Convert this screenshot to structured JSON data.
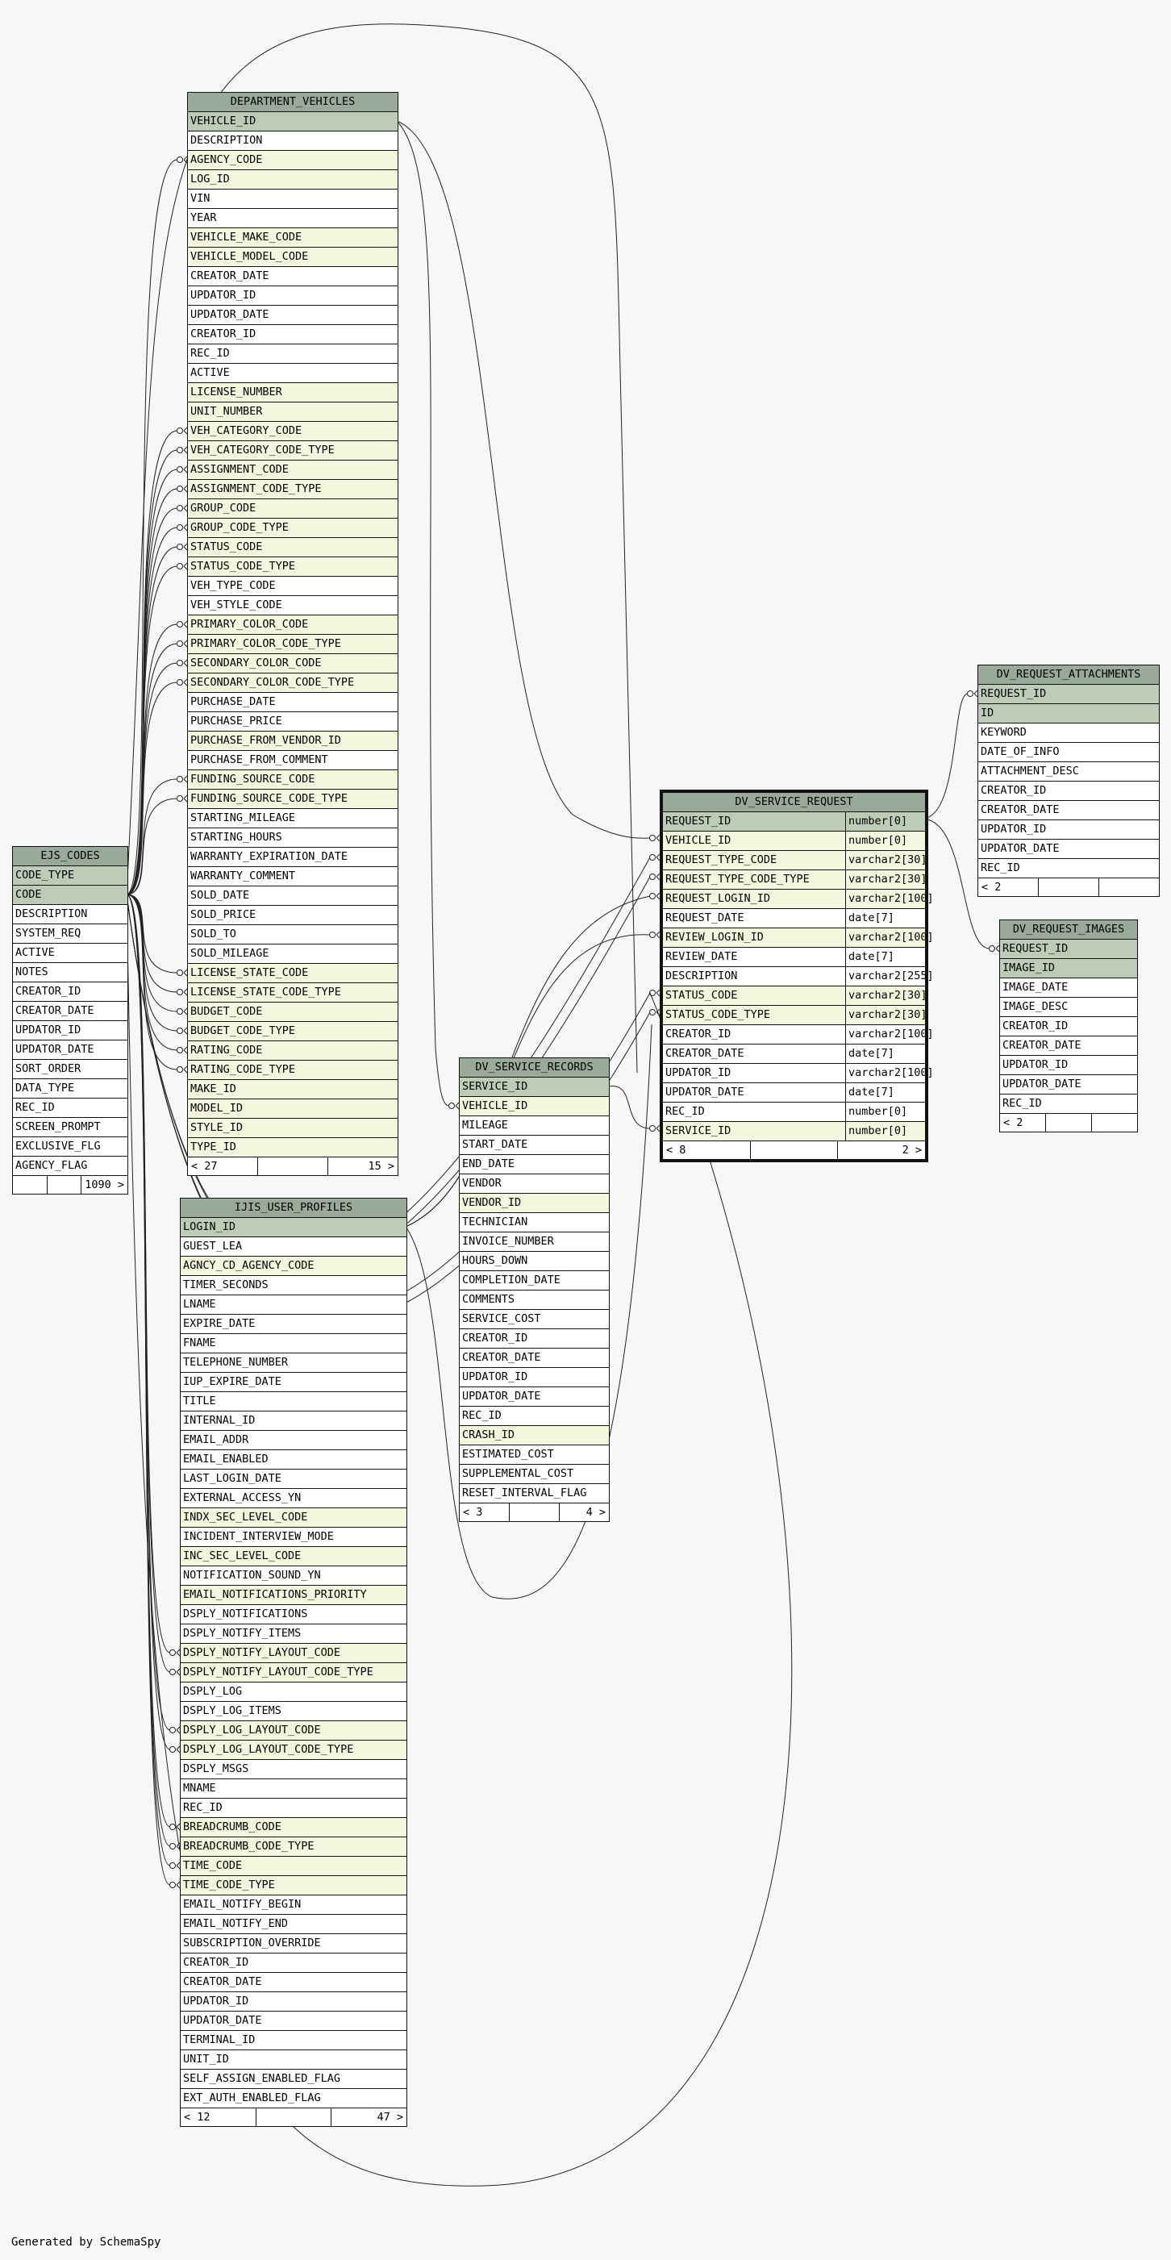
{
  "footer_text": "Generated by SchemaSpy",
  "colors": {
    "background": "#f7f7f7",
    "header": "#9aaa9a",
    "primary_key": "#bcccb6",
    "foreign_key": "#f4f7de",
    "plain": "#ffffff"
  },
  "tables": [
    {
      "name": "DEPARTMENT_VEHICLES",
      "columns": [
        {
          "name": "VEHICLE_ID",
          "kind": "pk"
        },
        {
          "name": "DESCRIPTION",
          "kind": ""
        },
        {
          "name": "AGENCY_CODE",
          "kind": "fk"
        },
        {
          "name": "LOG_ID",
          "kind": "fk"
        },
        {
          "name": "VIN",
          "kind": ""
        },
        {
          "name": "YEAR",
          "kind": ""
        },
        {
          "name": "VEHICLE_MAKE_CODE",
          "kind": "fk"
        },
        {
          "name": "VEHICLE_MODEL_CODE",
          "kind": "fk"
        },
        {
          "name": "CREATOR_DATE",
          "kind": ""
        },
        {
          "name": "UPDATOR_ID",
          "kind": ""
        },
        {
          "name": "UPDATOR_DATE",
          "kind": ""
        },
        {
          "name": "CREATOR_ID",
          "kind": ""
        },
        {
          "name": "REC_ID",
          "kind": ""
        },
        {
          "name": "ACTIVE",
          "kind": ""
        },
        {
          "name": "LICENSE_NUMBER",
          "kind": "fk"
        },
        {
          "name": "UNIT_NUMBER",
          "kind": "fk"
        },
        {
          "name": "VEH_CATEGORY_CODE",
          "kind": "fk"
        },
        {
          "name": "VEH_CATEGORY_CODE_TYPE",
          "kind": "fk"
        },
        {
          "name": "ASSIGNMENT_CODE",
          "kind": "fk"
        },
        {
          "name": "ASSIGNMENT_CODE_TYPE",
          "kind": "fk"
        },
        {
          "name": "GROUP_CODE",
          "kind": "fk"
        },
        {
          "name": "GROUP_CODE_TYPE",
          "kind": "fk"
        },
        {
          "name": "STATUS_CODE",
          "kind": "fk"
        },
        {
          "name": "STATUS_CODE_TYPE",
          "kind": "fk"
        },
        {
          "name": "VEH_TYPE_CODE",
          "kind": ""
        },
        {
          "name": "VEH_STYLE_CODE",
          "kind": ""
        },
        {
          "name": "PRIMARY_COLOR_CODE",
          "kind": "fk"
        },
        {
          "name": "PRIMARY_COLOR_CODE_TYPE",
          "kind": "fk"
        },
        {
          "name": "SECONDARY_COLOR_CODE",
          "kind": "fk"
        },
        {
          "name": "SECONDARY_COLOR_CODE_TYPE",
          "kind": "fk"
        },
        {
          "name": "PURCHASE_DATE",
          "kind": ""
        },
        {
          "name": "PURCHASE_PRICE",
          "kind": ""
        },
        {
          "name": "PURCHASE_FROM_VENDOR_ID",
          "kind": "fk"
        },
        {
          "name": "PURCHASE_FROM_COMMENT",
          "kind": ""
        },
        {
          "name": "FUNDING_SOURCE_CODE",
          "kind": "fk"
        },
        {
          "name": "FUNDING_SOURCE_CODE_TYPE",
          "kind": "fk"
        },
        {
          "name": "STARTING_MILEAGE",
          "kind": ""
        },
        {
          "name": "STARTING_HOURS",
          "kind": ""
        },
        {
          "name": "WARRANTY_EXPIRATION_DATE",
          "kind": ""
        },
        {
          "name": "WARRANTY_COMMENT",
          "kind": ""
        },
        {
          "name": "SOLD_DATE",
          "kind": ""
        },
        {
          "name": "SOLD_PRICE",
          "kind": ""
        },
        {
          "name": "SOLD_TO",
          "kind": ""
        },
        {
          "name": "SOLD_MILEAGE",
          "kind": ""
        },
        {
          "name": "LICENSE_STATE_CODE",
          "kind": "fk"
        },
        {
          "name": "LICENSE_STATE_CODE_TYPE",
          "kind": "fk"
        },
        {
          "name": "BUDGET_CODE",
          "kind": "fk"
        },
        {
          "name": "BUDGET_CODE_TYPE",
          "kind": "fk"
        },
        {
          "name": "RATING_CODE",
          "kind": "fk"
        },
        {
          "name": "RATING_CODE_TYPE",
          "kind": "fk"
        },
        {
          "name": "MAKE_ID",
          "kind": "fk"
        },
        {
          "name": "MODEL_ID",
          "kind": "fk"
        },
        {
          "name": "STYLE_ID",
          "kind": "fk"
        },
        {
          "name": "TYPE_ID",
          "kind": "fk"
        }
      ],
      "footer": [
        "< 27",
        "",
        "15 >"
      ]
    },
    {
      "name": "EJS_CODES",
      "columns": [
        {
          "name": "CODE_TYPE",
          "kind": "pk"
        },
        {
          "name": "CODE",
          "kind": "pk"
        },
        {
          "name": "DESCRIPTION",
          "kind": ""
        },
        {
          "name": "SYSTEM_REQ",
          "kind": ""
        },
        {
          "name": "ACTIVE",
          "kind": ""
        },
        {
          "name": "NOTES",
          "kind": ""
        },
        {
          "name": "CREATOR_ID",
          "kind": ""
        },
        {
          "name": "CREATOR_DATE",
          "kind": ""
        },
        {
          "name": "UPDATOR_ID",
          "kind": ""
        },
        {
          "name": "UPDATOR_DATE",
          "kind": ""
        },
        {
          "name": "SORT_ORDER",
          "kind": ""
        },
        {
          "name": "DATA_TYPE",
          "kind": ""
        },
        {
          "name": "REC_ID",
          "kind": ""
        },
        {
          "name": "SCREEN_PROMPT",
          "kind": ""
        },
        {
          "name": "EXCLUSIVE_FLG",
          "kind": ""
        },
        {
          "name": "AGENCY_FLAG",
          "kind": ""
        }
      ],
      "footer": [
        "",
        "",
        "1090 >"
      ]
    },
    {
      "name": "IJIS_USER_PROFILES",
      "columns": [
        {
          "name": "LOGIN_ID",
          "kind": "pk"
        },
        {
          "name": "GUEST_LEA",
          "kind": ""
        },
        {
          "name": "AGNCY_CD_AGENCY_CODE",
          "kind": "fk"
        },
        {
          "name": "TIMER_SECONDS",
          "kind": ""
        },
        {
          "name": "LNAME",
          "kind": ""
        },
        {
          "name": "EXPIRE_DATE",
          "kind": ""
        },
        {
          "name": "FNAME",
          "kind": ""
        },
        {
          "name": "TELEPHONE_NUMBER",
          "kind": ""
        },
        {
          "name": "IUP_EXPIRE_DATE",
          "kind": ""
        },
        {
          "name": "TITLE",
          "kind": ""
        },
        {
          "name": "INTERNAL_ID",
          "kind": ""
        },
        {
          "name": "EMAIL_ADDR",
          "kind": ""
        },
        {
          "name": "EMAIL_ENABLED",
          "kind": ""
        },
        {
          "name": "LAST_LOGIN_DATE",
          "kind": ""
        },
        {
          "name": "EXTERNAL_ACCESS_YN",
          "kind": ""
        },
        {
          "name": "INDX_SEC_LEVEL_CODE",
          "kind": "fk"
        },
        {
          "name": "INCIDENT_INTERVIEW_MODE",
          "kind": ""
        },
        {
          "name": "INC_SEC_LEVEL_CODE",
          "kind": "fk"
        },
        {
          "name": "NOTIFICATION_SOUND_YN",
          "kind": ""
        },
        {
          "name": "EMAIL_NOTIFICATIONS_PRIORITY",
          "kind": "fk"
        },
        {
          "name": "DSPLY_NOTIFICATIONS",
          "kind": ""
        },
        {
          "name": "DSPLY_NOTIFY_ITEMS",
          "kind": ""
        },
        {
          "name": "DSPLY_NOTIFY_LAYOUT_CODE",
          "kind": "fk"
        },
        {
          "name": "DSPLY_NOTIFY_LAYOUT_CODE_TYPE",
          "kind": "fk"
        },
        {
          "name": "DSPLY_LOG",
          "kind": ""
        },
        {
          "name": "DSPLY_LOG_ITEMS",
          "kind": ""
        },
        {
          "name": "DSPLY_LOG_LAYOUT_CODE",
          "kind": "fk"
        },
        {
          "name": "DSPLY_LOG_LAYOUT_CODE_TYPE",
          "kind": "fk"
        },
        {
          "name": "DSPLY_MSGS",
          "kind": ""
        },
        {
          "name": "MNAME",
          "kind": ""
        },
        {
          "name": "REC_ID",
          "kind": ""
        },
        {
          "name": "BREADCRUMB_CODE",
          "kind": "fk"
        },
        {
          "name": "BREADCRUMB_CODE_TYPE",
          "kind": "fk"
        },
        {
          "name": "TIME_CODE",
          "kind": "fk"
        },
        {
          "name": "TIME_CODE_TYPE",
          "kind": "fk"
        },
        {
          "name": "EMAIL_NOTIFY_BEGIN",
          "kind": ""
        },
        {
          "name": "EMAIL_NOTIFY_END",
          "kind": ""
        },
        {
          "name": "SUBSCRIPTION_OVERRIDE",
          "kind": ""
        },
        {
          "name": "CREATOR_ID",
          "kind": ""
        },
        {
          "name": "CREATOR_DATE",
          "kind": ""
        },
        {
          "name": "UPDATOR_ID",
          "kind": ""
        },
        {
          "name": "UPDATOR_DATE",
          "kind": ""
        },
        {
          "name": "TERMINAL_ID",
          "kind": ""
        },
        {
          "name": "UNIT_ID",
          "kind": ""
        },
        {
          "name": "SELF_ASSIGN_ENABLED_FLAG",
          "kind": ""
        },
        {
          "name": "EXT_AUTH_ENABLED_FLAG",
          "kind": ""
        }
      ],
      "footer": [
        "< 12",
        "",
        "47 >"
      ]
    },
    {
      "name": "DV_SERVICE_RECORDS",
      "columns": [
        {
          "name": "SERVICE_ID",
          "kind": "pk"
        },
        {
          "name": "VEHICLE_ID",
          "kind": "fk"
        },
        {
          "name": "MILEAGE",
          "kind": ""
        },
        {
          "name": "START_DATE",
          "kind": ""
        },
        {
          "name": "END_DATE",
          "kind": ""
        },
        {
          "name": "VENDOR",
          "kind": ""
        },
        {
          "name": "VENDOR_ID",
          "kind": "fk"
        },
        {
          "name": "TECHNICIAN",
          "kind": ""
        },
        {
          "name": "INVOICE_NUMBER",
          "kind": ""
        },
        {
          "name": "HOURS_DOWN",
          "kind": ""
        },
        {
          "name": "COMPLETION_DATE",
          "kind": ""
        },
        {
          "name": "COMMENTS",
          "kind": ""
        },
        {
          "name": "SERVICE_COST",
          "kind": ""
        },
        {
          "name": "CREATOR_ID",
          "kind": ""
        },
        {
          "name": "CREATOR_DATE",
          "kind": ""
        },
        {
          "name": "UPDATOR_ID",
          "kind": ""
        },
        {
          "name": "UPDATOR_DATE",
          "kind": ""
        },
        {
          "name": "REC_ID",
          "kind": ""
        },
        {
          "name": "CRASH_ID",
          "kind": "fk"
        },
        {
          "name": "ESTIMATED_COST",
          "kind": ""
        },
        {
          "name": "SUPPLEMENTAL_COST",
          "kind": ""
        },
        {
          "name": "RESET_INTERVAL_FLAG",
          "kind": ""
        }
      ],
      "footer": [
        "< 3",
        "",
        "4 >"
      ]
    },
    {
      "name": "DV_SERVICE_REQUEST",
      "columns": [
        {
          "name": "REQUEST_ID",
          "type": "number[0]",
          "kind": "pk"
        },
        {
          "name": "VEHICLE_ID",
          "type": "number[0]",
          "kind": "fk"
        },
        {
          "name": "REQUEST_TYPE_CODE",
          "type": "varchar2[30]",
          "kind": "fk"
        },
        {
          "name": "REQUEST_TYPE_CODE_TYPE",
          "type": "varchar2[30]",
          "kind": "fk"
        },
        {
          "name": "REQUEST_LOGIN_ID",
          "type": "varchar2[100]",
          "kind": "fk"
        },
        {
          "name": "REQUEST_DATE",
          "type": "date[7]",
          "kind": ""
        },
        {
          "name": "REVIEW_LOGIN_ID",
          "type": "varchar2[100]",
          "kind": "fk"
        },
        {
          "name": "REVIEW_DATE",
          "type": "date[7]",
          "kind": ""
        },
        {
          "name": "DESCRIPTION",
          "type": "varchar2[255]",
          "kind": ""
        },
        {
          "name": "STATUS_CODE",
          "type": "varchar2[30]",
          "kind": "fk"
        },
        {
          "name": "STATUS_CODE_TYPE",
          "type": "varchar2[30]",
          "kind": "fk"
        },
        {
          "name": "CREATOR_ID",
          "type": "varchar2[100]",
          "kind": ""
        },
        {
          "name": "CREATOR_DATE",
          "type": "date[7]",
          "kind": ""
        },
        {
          "name": "UPDATOR_ID",
          "type": "varchar2[100]",
          "kind": ""
        },
        {
          "name": "UPDATOR_DATE",
          "type": "date[7]",
          "kind": ""
        },
        {
          "name": "REC_ID",
          "type": "number[0]",
          "kind": ""
        },
        {
          "name": "SERVICE_ID",
          "type": "number[0]",
          "kind": "fk"
        }
      ],
      "footer": [
        "< 8",
        "",
        "2 >"
      ]
    },
    {
      "name": "DV_REQUEST_ATTACHMENTS",
      "columns": [
        {
          "name": "REQUEST_ID",
          "kind": "pk"
        },
        {
          "name": "ID",
          "kind": "pk"
        },
        {
          "name": "KEYWORD",
          "kind": ""
        },
        {
          "name": "DATE_OF_INFO",
          "kind": ""
        },
        {
          "name": "ATTACHMENT_DESC",
          "kind": ""
        },
        {
          "name": "CREATOR_ID",
          "kind": ""
        },
        {
          "name": "CREATOR_DATE",
          "kind": ""
        },
        {
          "name": "UPDATOR_ID",
          "kind": ""
        },
        {
          "name": "UPDATOR_DATE",
          "kind": ""
        },
        {
          "name": "REC_ID",
          "kind": ""
        }
      ],
      "footer": [
        "< 2",
        "",
        ""
      ]
    },
    {
      "name": "DV_REQUEST_IMAGES",
      "columns": [
        {
          "name": "REQUEST_ID",
          "kind": "pk"
        },
        {
          "name": "IMAGE_ID",
          "kind": "pk"
        },
        {
          "name": "IMAGE_DATE",
          "kind": ""
        },
        {
          "name": "IMAGE_DESC",
          "kind": ""
        },
        {
          "name": "CREATOR_ID",
          "kind": ""
        },
        {
          "name": "CREATOR_DATE",
          "kind": ""
        },
        {
          "name": "UPDATOR_ID",
          "kind": ""
        },
        {
          "name": "UPDATOR_DATE",
          "kind": ""
        },
        {
          "name": "REC_ID",
          "kind": ""
        }
      ],
      "footer": [
        "< 2",
        "",
        ""
      ]
    }
  ]
}
